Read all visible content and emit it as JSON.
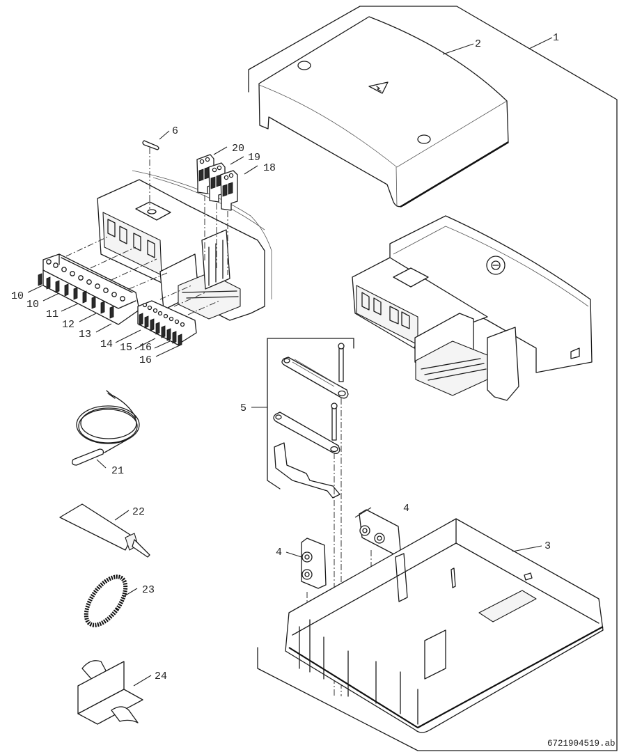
{
  "diagram": {
    "type": "exploded-parts-view",
    "document_id": "6721904519.ab",
    "callouts": [
      {
        "id": "1",
        "part": "complete-module-assembly"
      },
      {
        "id": "2",
        "part": "top-cover"
      },
      {
        "id": "3",
        "part": "base-housing"
      },
      {
        "id": "4",
        "part": "cable-grommet"
      },
      {
        "id": "4",
        "part": "cable-grommet"
      },
      {
        "id": "5",
        "part": "strain-relief-kit"
      },
      {
        "id": "6",
        "part": "fuse"
      },
      {
        "id": "10",
        "part": "terminal-plug"
      },
      {
        "id": "10",
        "part": "terminal-plug"
      },
      {
        "id": "11",
        "part": "terminal-plug"
      },
      {
        "id": "12",
        "part": "terminal-plug"
      },
      {
        "id": "13",
        "part": "terminal-plug"
      },
      {
        "id": "14",
        "part": "terminal-plug"
      },
      {
        "id": "15",
        "part": "terminal-plug"
      },
      {
        "id": "16",
        "part": "terminal-plug"
      },
      {
        "id": "16",
        "part": "terminal-plug"
      },
      {
        "id": "18",
        "part": "terminal-plug"
      },
      {
        "id": "19",
        "part": "terminal-plug"
      },
      {
        "id": "20",
        "part": "terminal-plug"
      },
      {
        "id": "21",
        "part": "temperature-sensor"
      },
      {
        "id": "22",
        "part": "heat-conducting-paste"
      },
      {
        "id": "23",
        "part": "spring-clip"
      },
      {
        "id": "24",
        "part": "insulation-strip"
      }
    ]
  }
}
